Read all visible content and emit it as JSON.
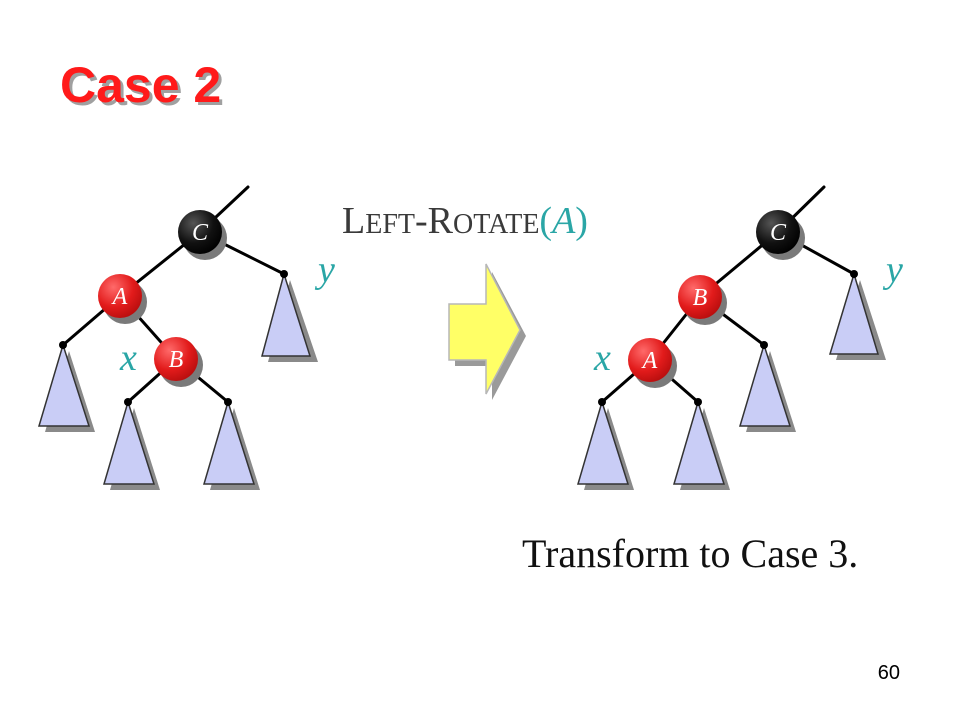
{
  "title": "Case 2",
  "operation": {
    "name_first": "L",
    "name_rest1": "EFT",
    "name_dash": "-",
    "name_r": "R",
    "name_rest2": "OTATE",
    "open": "(",
    "arg": "A",
    "close": ")"
  },
  "before": {
    "root": "C",
    "left": "A",
    "left_right": "B",
    "label_x": "x",
    "label_y": "y"
  },
  "after": {
    "root": "C",
    "left": "B",
    "left_left": "A",
    "label_x": "x",
    "label_y": "y"
  },
  "caption": "Transform to Case 3.",
  "page_number": "60",
  "colors": {
    "title": "#ff1a1a",
    "red_node": "#e21b1b",
    "black_node": "#000000",
    "subtree": "#c9cdf6",
    "arrow": "#ffff66",
    "label": "#2aa6a6"
  }
}
